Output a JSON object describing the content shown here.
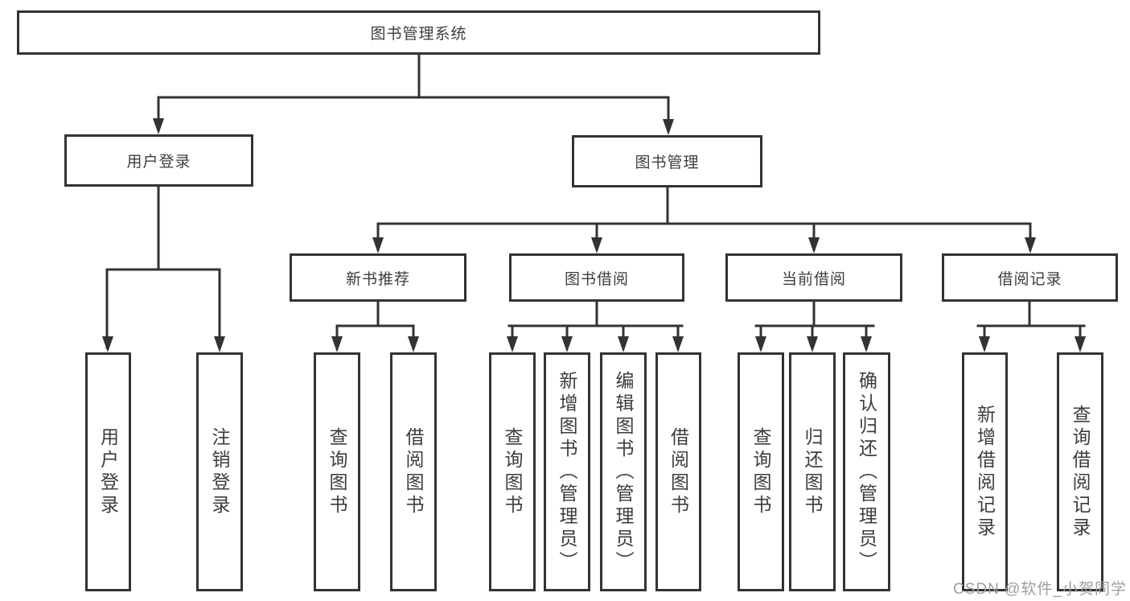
{
  "diagram": {
    "title": "图书管理系统",
    "branches": [
      {
        "label": "用户登录",
        "children": [
          {
            "label": "用户登录"
          },
          {
            "label": "注销登录"
          }
        ]
      },
      {
        "label": "图书管理",
        "children": [
          {
            "label": "新书推荐",
            "children": [
              {
                "label": "查询图书"
              },
              {
                "label": "借阅图书"
              }
            ]
          },
          {
            "label": "图书借阅",
            "children": [
              {
                "label": "查询图书"
              },
              {
                "label": "新增图书（管理员）"
              },
              {
                "label": "编辑图书（管理员）"
              },
              {
                "label": "借阅图书"
              }
            ]
          },
          {
            "label": "当前借阅",
            "children": [
              {
                "label": "查询图书"
              },
              {
                "label": "归还图书"
              },
              {
                "label": "确认归还（管理员）"
              }
            ]
          },
          {
            "label": "借阅记录",
            "children": [
              {
                "label": "新增借阅记录"
              },
              {
                "label": "查询借阅记录"
              }
            ]
          }
        ]
      }
    ],
    "colors": {
      "line": "#333333",
      "text": "#3d3d3d",
      "watermark": "#9e9e9e",
      "background": "#ffffff"
    }
  },
  "watermark": "CSDN @软件_小贺同学"
}
